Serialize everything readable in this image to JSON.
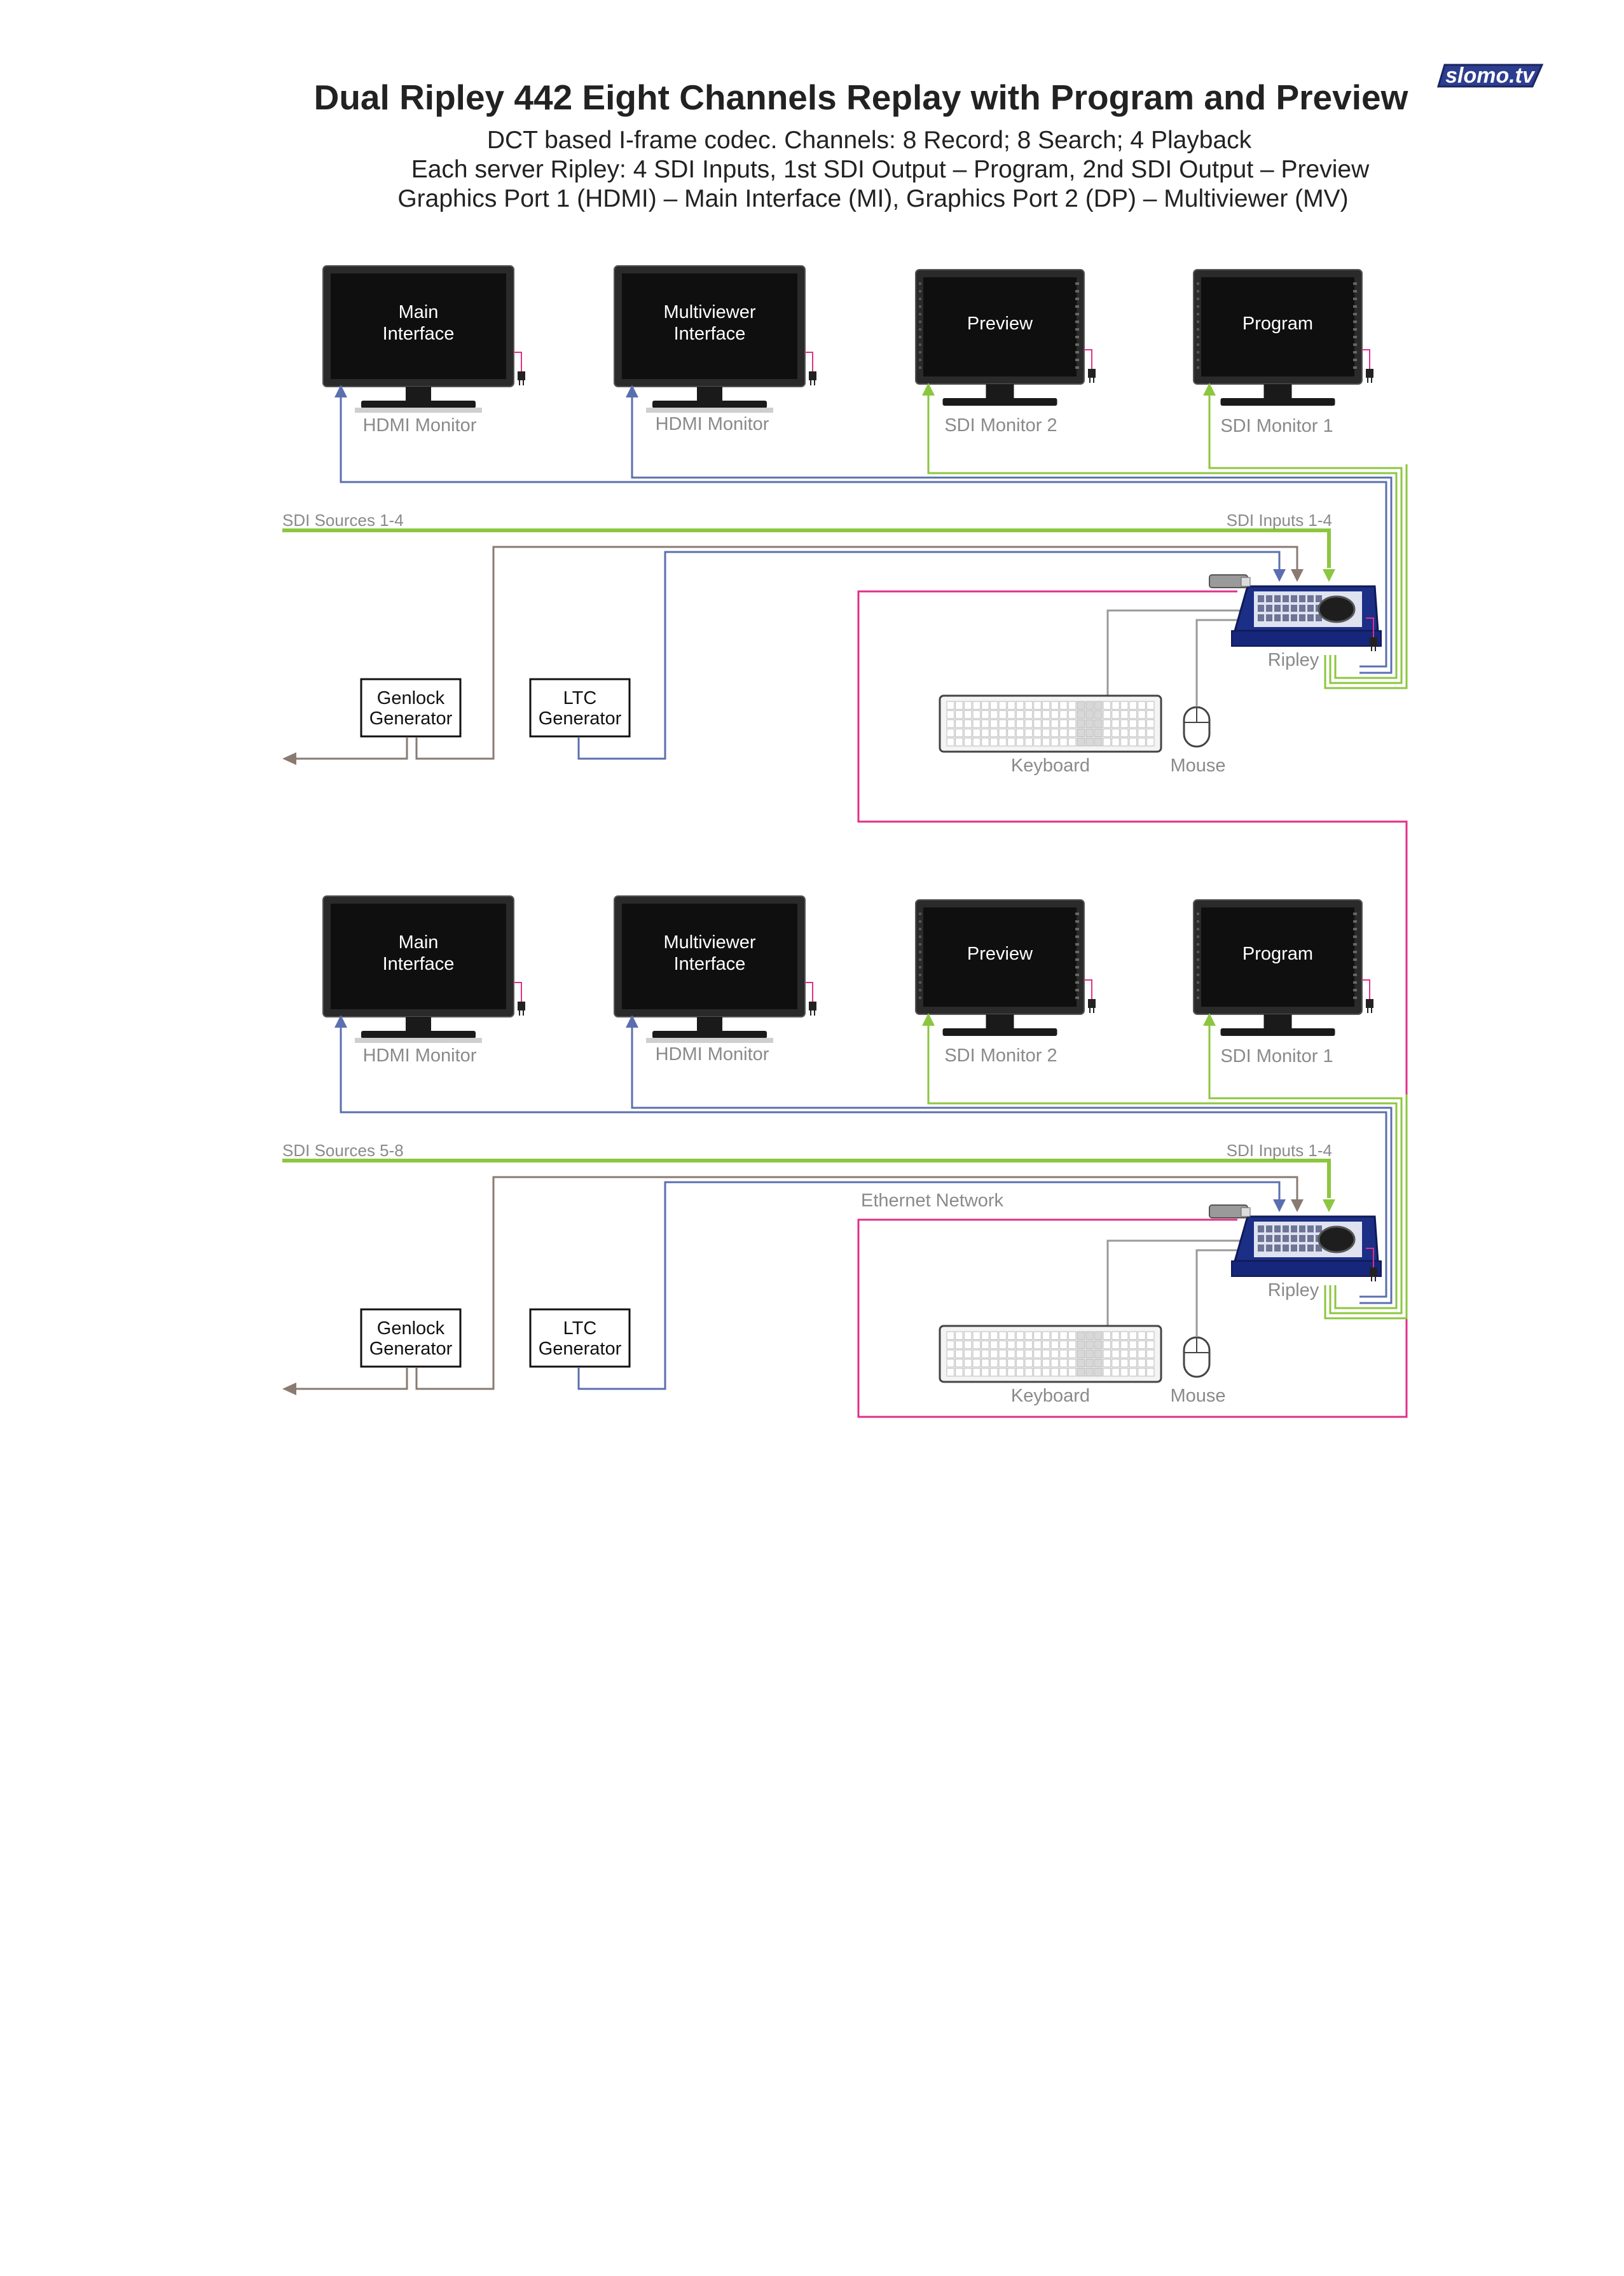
{
  "header": {
    "title": "Dual Ripley 442 Eight Channels Replay with Program and Preview",
    "subtitle_lines": [
      "DCT based I-frame codec. Channels: 8 Record; 8 Search; 4 Playback",
      "Each server Ripley: 4 SDI Inputs, 1st SDI Output – Program, 2nd SDI Output – Preview",
      "Graphics Port 1 (HDMI) – Main Interface (MI), Graphics Port 2 (DP) – Multiviewer (MV)"
    ]
  },
  "logo": {
    "text": "slomo.tv"
  },
  "systems": [
    {
      "monitors": [
        {
          "screen": "Main\nInterface",
          "caption": "HDMI Monitor"
        },
        {
          "screen": "Multiviewer\nInterface",
          "caption": "HDMI Monitor"
        },
        {
          "screen": "Preview",
          "caption": "SDI Monitor 2"
        },
        {
          "screen": "Program",
          "caption": "SDI Monitor 1"
        }
      ],
      "sources_label": "SDI Sources 1-4",
      "inputs_label": "SDI Inputs 1-4",
      "server_label": "Ripley",
      "genlock_label": "Genlock\nGenerator",
      "ltc_label": "LTC\nGenerator",
      "keyboard_label": "Keyboard",
      "mouse_label": "Mouse",
      "network_label": ""
    },
    {
      "monitors": [
        {
          "screen": "Main\nInterface",
          "caption": "HDMI Monitor"
        },
        {
          "screen": "Multiviewer\nInterface",
          "caption": "HDMI Monitor"
        },
        {
          "screen": "Preview",
          "caption": "SDI Monitor 2"
        },
        {
          "screen": "Program",
          "caption": "SDI Monitor 1"
        }
      ],
      "sources_label": "SDI Sources 5-8",
      "inputs_label": "SDI Inputs 1-4",
      "server_label": "Ripley",
      "genlock_label": "Genlock\nGenerator",
      "ltc_label": "LTC\nGenerator",
      "keyboard_label": "Keyboard",
      "mouse_label": "Mouse",
      "network_label": "Ethernet Network"
    }
  ],
  "colors": {
    "sdi": "#8cc63f",
    "hdmi": "#5b6fb0",
    "genlock": "#8a7a72",
    "ethernet": "#e0308a",
    "peripheral": "#9a9a9a",
    "server": "#1c2f86",
    "screen": "#0f0f0f",
    "logo": "#2d3d8f"
  }
}
